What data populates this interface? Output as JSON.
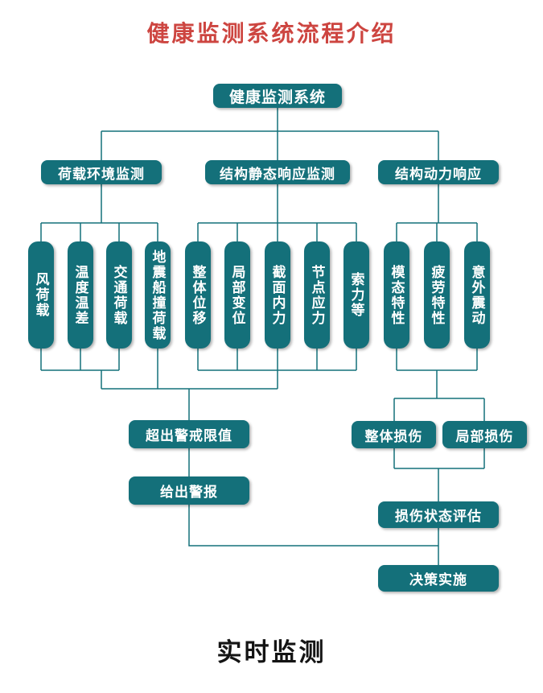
{
  "title": "健康监测系统流程介绍",
  "footer": "实时监测",
  "colors": {
    "node_teal": "#14707a",
    "connector_teal": "#14707a",
    "title_red": "#cd4540",
    "node_text": "#ffffff",
    "footer_text": "#141414",
    "background": "#ffffff"
  },
  "nodes": {
    "root": "健康监测系统",
    "branch_load_env": "荷载环境监测",
    "branch_static_response": "结构静态响应监测",
    "branch_dynamic_response": "结构动力响应",
    "exceed_limit": "超出警戒限值",
    "give_alarm": "给出警报",
    "global_damage": "整体损伤",
    "local_damage": "局部损伤",
    "damage_assessment": "损伤状态评估",
    "decision_implementation": "决策实施"
  },
  "leaves": {
    "load_env": [
      "风荷载",
      "温度温差",
      "交通荷载",
      "地震船撞荷载"
    ],
    "static_response": [
      "整体位移",
      "局部变位",
      "截面内力",
      "节点应力",
      "索力等"
    ],
    "dynamic_response": [
      "模态特性",
      "疲劳特性",
      "意外震动"
    ]
  }
}
